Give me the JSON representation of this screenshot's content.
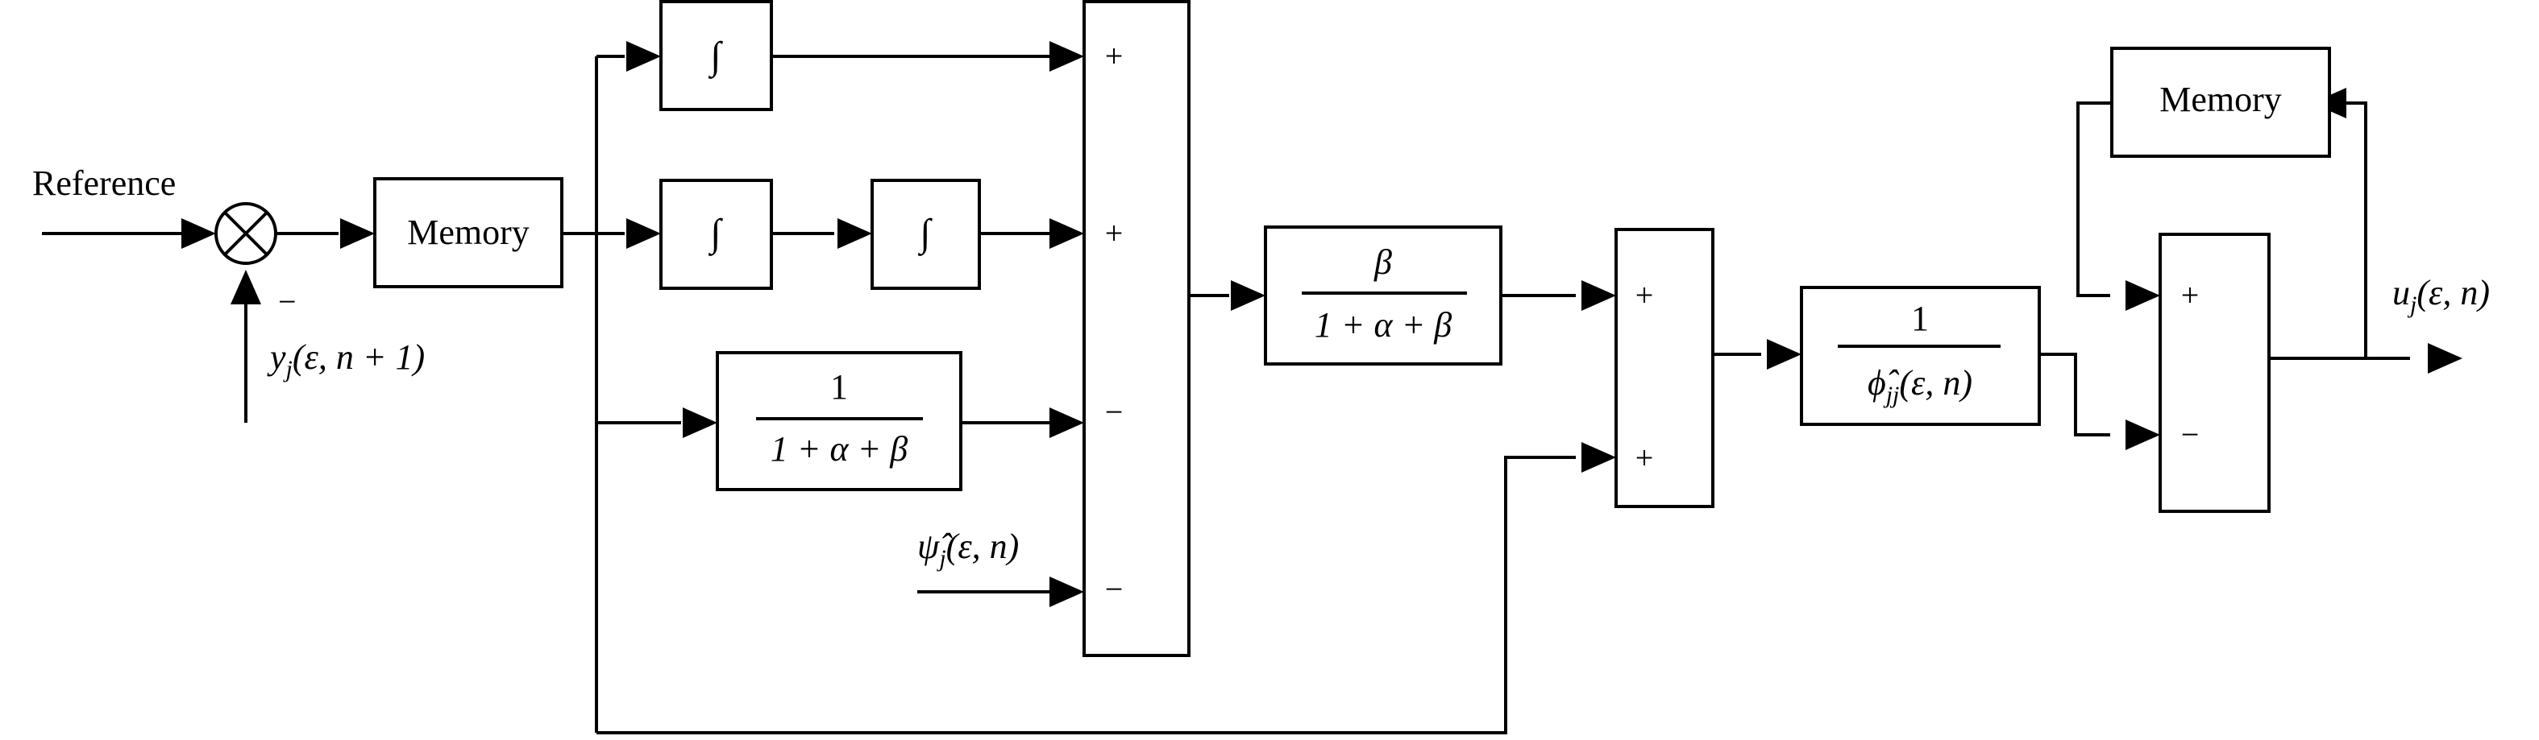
{
  "labels": {
    "reference": "Reference",
    "feedback_sign": "−",
    "feedback_y": "y",
    "feedback_y_sub": "j",
    "feedback_args": "(ε, n + 1)",
    "psi_hat": "ψ̂",
    "psi_sub": "j",
    "psi_args": "(ε, n)",
    "output_u": "u",
    "output_sub": "j",
    "output_args": "(ε, n)"
  },
  "blocks": {
    "memory_main": "Memory",
    "memory_feedback": "Memory",
    "integrator_top": "∫",
    "integrator_mid_1": "∫",
    "integrator_mid_2": "∫",
    "gain_one_num": "1",
    "gain_one_den": "1 + α + β",
    "gain_beta_num": "β",
    "gain_beta_den": "1 + α + β",
    "gain_phi_num": "1",
    "gain_phi_den_sym": "ϕ̂",
    "gain_phi_den_sub": "jj",
    "gain_phi_den_args": "(ε, n)"
  },
  "summers": {
    "big_signs": [
      "+",
      "+",
      "−",
      "−"
    ],
    "mid_signs": [
      "+",
      "+"
    ],
    "right_signs": [
      "+",
      "−"
    ]
  },
  "colors": {
    "stroke": "#000000",
    "background": "#ffffff"
  }
}
